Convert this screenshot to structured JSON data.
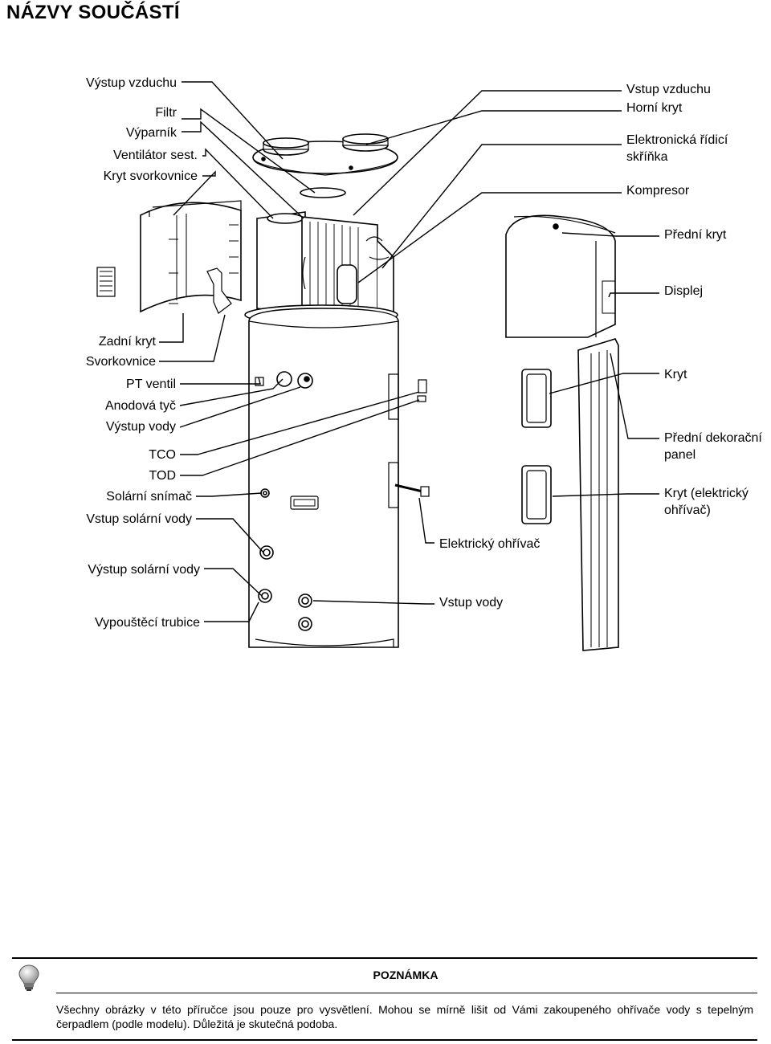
{
  "title": "NÁZVY SOUČÁSTÍ",
  "labels": {
    "vystup_vzduchu": "Výstup vzduchu",
    "filtr": "Filtr",
    "vyparnik": "Výparník",
    "ventilator": "Ventilátor sest.",
    "kryt_svorkovnice": "Kryt svorkovnice",
    "vstup_vzduchu": "Vstup vzduchu",
    "horni_kryt": "Horní kryt",
    "elektronicka_1": "Elektronická řídicí",
    "elektronicka_2": "skříňka",
    "kompresor": "Kompresor",
    "predni_kryt": "Přední kryt",
    "displej": "Displej",
    "zadni_kryt": "Zadní kryt",
    "svorkovnice": "Svorkovnice",
    "pt_ventil": "PT ventil",
    "anodova_tyc": "Anodová tyč",
    "vystup_vody": "Výstup vody",
    "tco": "TCO",
    "tod": "TOD",
    "solarni_snimac": "Solární snímač",
    "vstup_solarni_vody": "Vstup solární vody",
    "vystup_solarni_vody": "Výstup solární vody",
    "vypousteci_trubice": "Vypouštěcí trubice",
    "kryt": "Kryt",
    "predni_dekoracni_1": "Přední dekorační",
    "predni_dekoracni_2": "panel",
    "kryt_elektricky_1": "Kryt (elektrický",
    "kryt_elektricky_2": "ohřívač)",
    "elektricky_ohrivac": "Elektrický ohřívač",
    "vstup_vody": "Vstup vody"
  },
  "note": {
    "heading": "POZNÁMKA",
    "text": "Všechny obrázky v této příručce jsou pouze pro vysvětlení. Mohou se mírně lišit od Vámi zakoupeného ohřívače vody s tepelným čerpadlem (podle modelu). Důležitá je skutečná podoba.",
    "icon": "lightbulb-icon"
  }
}
